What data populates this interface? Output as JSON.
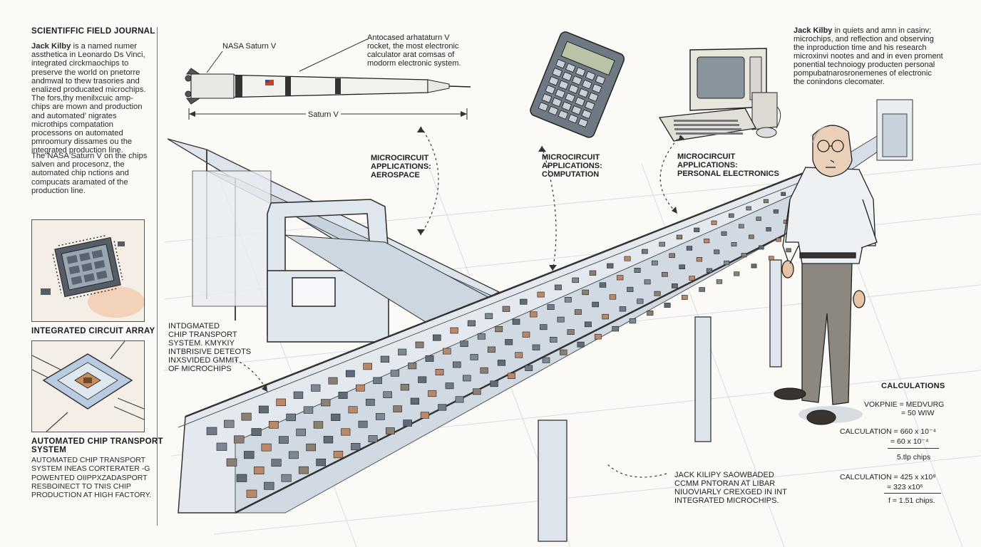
{
  "journal": {
    "title": "SCIENTIFFIC FIELD JOURNAL",
    "intro_name": "Jack Kilby",
    "intro_text": " is a named numer\nassthetica in Leonardo Ds Vinci,\nintegrated circkmaochips to\npreserve the world on pnetorre\nandmwal to thew trasories and\nenalized producated microchips.\nThe fors,thy menilxcuic amp-\nchips are mown and production\nand automated’ nigrates\nmicrothips compatation\nprocessons on automated\npmroomury dissames ou the\nintegrated production line.",
    "para2": "The NASA Saturn V on the chips\nsalven and procesonz, the\nautomated chip nctions and\ncompucats aramated of the\nproduction line.",
    "fig1_caption": "INTEGRATED CIRCUIT ARRAY",
    "fig2_caption": "AUTOMATED CHIP TRANSPORT\nSYSTEM",
    "fig2_text": "AUTOMATED CHIP TRANSPORT\nSYSTEM INEAS CORTERATER -G\nPOWENTED OIIPPXZADASPORT\nRESBOINECT TO TNIS CHIP\nPRODUCTION AT HIGH FACTORY."
  },
  "rocket": {
    "label": "NASA Saturn V",
    "dimension_label": "Saturn V",
    "note": "Antocased arhataturn V\nrocket, the most electronic\ncalculator arat comsas of\nmodorm electronic system."
  },
  "applications": {
    "aerospace": "MICROCIRCUIT\nAPPLICATIONS:\nAEROSPACE",
    "computation": "MICROCIRCUIT\nAPPLICATIONS:\nCOMPUTATION",
    "personal": "MICROCIRCUIT\nAPPLICATIONS:\nPERSONAL ELECTRONICS"
  },
  "kilby_note": {
    "name": "Jack Kilby",
    "text": " in quiets and amn in casinv;\nmicrochips, and reflection and observing\nthe inproduction time and his research\nmicroxinvi nootes and and in even proment\nponential technoiogy producten personal\npompubatnarosronemenes of electronic\nthe conindons clecomater."
  },
  "transport_note": {
    "title": "INTDGMATED\nCHIP TRANSPORT\nSYSTEM.",
    "subtitle": " KMYKIY",
    "text": "INTBRISIVE DETEOTS\nINXSVIDED GMMIT\nOF MICROCHIPS"
  },
  "kilby_bottom": {
    "text": "JACK KILIPY SAOWBADED\nCCMM PNTORAN AT LIBAR\nNIUOVIARLY CREXGED IN INT\nINTEGRATED MICROCHIPS."
  },
  "calculations": {
    "title": "CALCULATIONS",
    "l1": "VOKPNIE = MEDVURG",
    "l2": "= 50 WIW",
    "l3": "CALCULATION = 660 x 10⁻⁴",
    "l4": "=   60 x 10⁻⁴",
    "l5": "5.tlp chips",
    "l6": "CALCULATION = 425 x x10⁸",
    "l7": "= 323 x10⁶",
    "l8": "f  = 1.51 chips."
  },
  "colors": {
    "ink": "#2a2a2a",
    "steel": "#c9d3de",
    "chip": "#6e7a86",
    "accent_red": "#c2412f",
    "peach": "#f0c8a8"
  }
}
